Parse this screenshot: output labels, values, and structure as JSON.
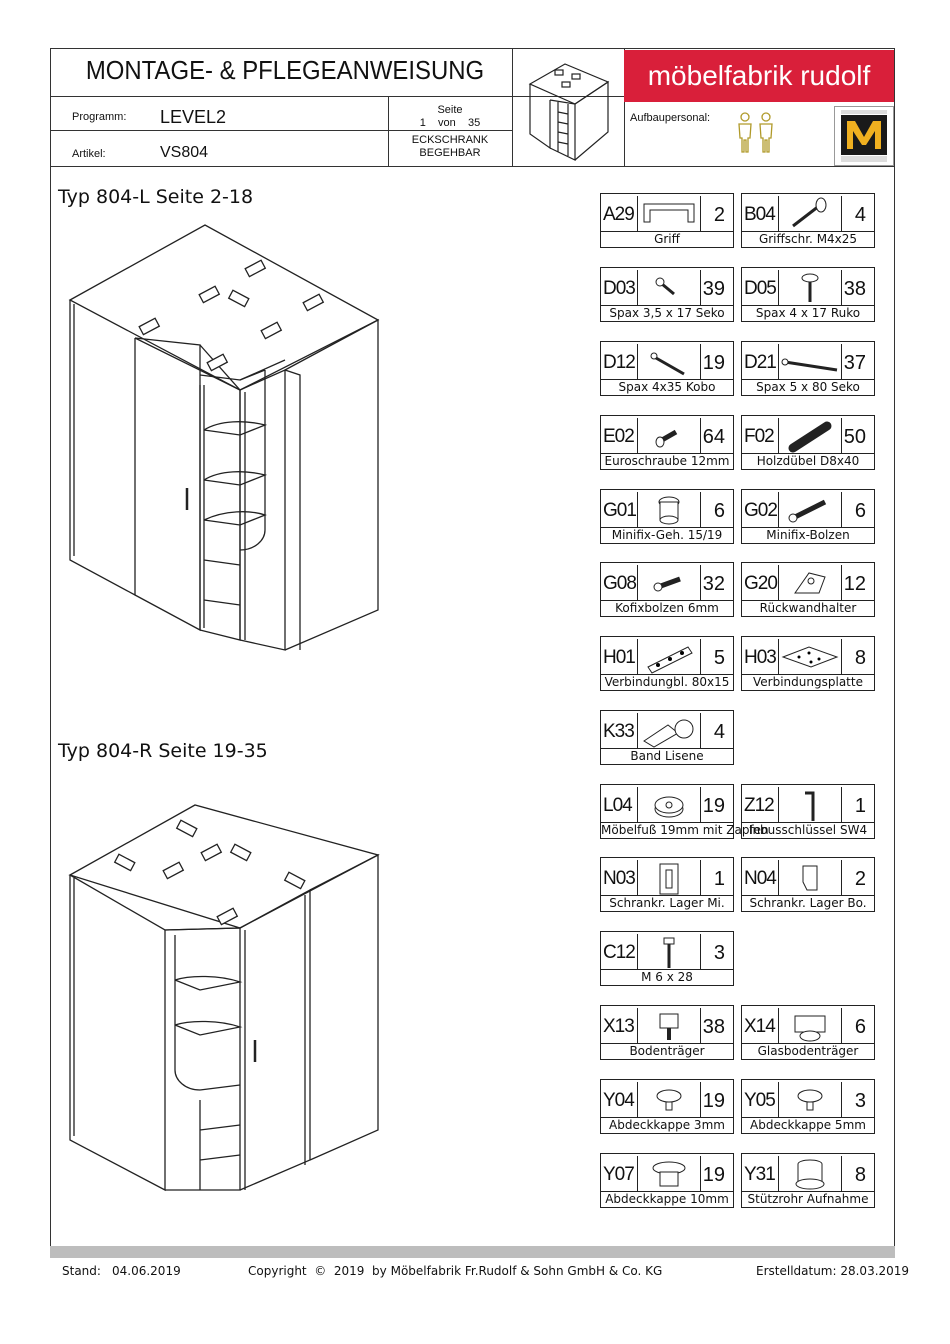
{
  "header": {
    "title": "MONTAGE- & PFLEGEANWEISUNG",
    "programm_label": "Programm:",
    "programm_value": "LEVEL2",
    "artikel_label": "Artikel:",
    "artikel_value": "VS804",
    "seite_label": "Seite",
    "seite_value": "1    von    35",
    "product_line1": "ECKSCHRANK",
    "product_line2": "BEGEHBAR",
    "brand": "möbelfabrik rudolf",
    "aufbaupersonal_label": "Aufbaupersonal:"
  },
  "sections": {
    "left_title": "Typ 804-L Seite 2-18",
    "right_title": "Typ 804-R Seite 19-35"
  },
  "parts": [
    {
      "code": "A29",
      "qty": "2",
      "name": "Griff",
      "icon": "handle-icon"
    },
    {
      "code": "B04",
      "qty": "4",
      "name": "Griffschr. M4x25",
      "icon": "screw-icon"
    },
    {
      "code": "D03",
      "qty": "39",
      "name": "Spax  3,5 x 17  Seko",
      "icon": "short-screw-icon"
    },
    {
      "code": "D05",
      "qty": "38",
      "name": "Spax 4 x 17 Ruko",
      "icon": "round-head-screw-icon"
    },
    {
      "code": "D12",
      "qty": "19",
      "name": "Spax  4x35  Kobo",
      "icon": "long-screw-icon"
    },
    {
      "code": "D21",
      "qty": "37",
      "name": "Spax  5 x 80 Seko",
      "icon": "very-long-screw-icon"
    },
    {
      "code": "E02",
      "qty": "64",
      "name": "Euroschraube 12mm",
      "icon": "euro-screw-icon"
    },
    {
      "code": "F02",
      "qty": "50",
      "name": "Holzdübel D8x40",
      "icon": "dowel-icon"
    },
    {
      "code": "G01",
      "qty": "6",
      "name": "Minifix-Geh. 15/19",
      "icon": "minifix-housing-icon"
    },
    {
      "code": "G02",
      "qty": "6",
      "name": "Minifix-Bolzen",
      "icon": "minifix-bolt-icon"
    },
    {
      "code": "G08",
      "qty": "32",
      "name": "Kofixbolzen 6mm",
      "icon": "kofix-bolt-icon"
    },
    {
      "code": "G20",
      "qty": "12",
      "name": "Rückwandhalter",
      "icon": "backwall-holder-icon"
    },
    {
      "code": "H01",
      "qty": "5",
      "name": "Verbindungbl. 80x15",
      "icon": "connector-strip-icon"
    },
    {
      "code": "H03",
      "qty": "8",
      "name": "Verbindungsplatte",
      "icon": "connector-plate-icon"
    },
    {
      "code": "K33",
      "qty": "4",
      "name": "Band Lisene",
      "icon": "hinge-icon"
    },
    {
      "code": "L04",
      "qty": "19",
      "name": "Möbelfuß 19mm mit Zapfen",
      "icon": "furniture-foot-icon"
    },
    {
      "code": "Z12",
      "qty": "1",
      "name": "Inbusschlüssel SW4",
      "icon": "allen-key-icon"
    },
    {
      "code": "N03",
      "qty": "1",
      "name": "Schrankr. Lager Mi.",
      "icon": "rail-bearing-middle-icon"
    },
    {
      "code": "N04",
      "qty": "2",
      "name": "Schrankr. Lager Bo.",
      "icon": "rail-bearing-bottom-icon"
    },
    {
      "code": "C12",
      "qty": "3",
      "name": "M 6 x 28",
      "icon": "bolt-icon"
    },
    {
      "code": "X13",
      "qty": "38",
      "name": "Bodenträger",
      "icon": "shelf-support-icon"
    },
    {
      "code": "X14",
      "qty": "6",
      "name": "Glasbodenträger",
      "icon": "glass-shelf-support-icon"
    },
    {
      "code": "Y04",
      "qty": "19",
      "name": "Abdeckkappe 3mm",
      "icon": "cover-cap-icon"
    },
    {
      "code": "Y05",
      "qty": "3",
      "name": "Abdeckkappe 5mm",
      "icon": "cover-cap-icon"
    },
    {
      "code": "Y07",
      "qty": "19",
      "name": "Abdeckkappe 10mm",
      "icon": "large-cover-cap-icon"
    },
    {
      "code": "Y31",
      "qty": "8",
      "name": "Stützrohr Aufnahme",
      "icon": "support-tube-icon"
    }
  ],
  "footer": {
    "stand_label": "Stand:",
    "stand_value": "04.06.2019",
    "copyright": "Copyright  ©  2019  by Möbelfabrik Fr.Rudolf & Sohn GmbH & Co. KG",
    "erstelldatum": "Erstelldatum: 28.03.2019"
  }
}
